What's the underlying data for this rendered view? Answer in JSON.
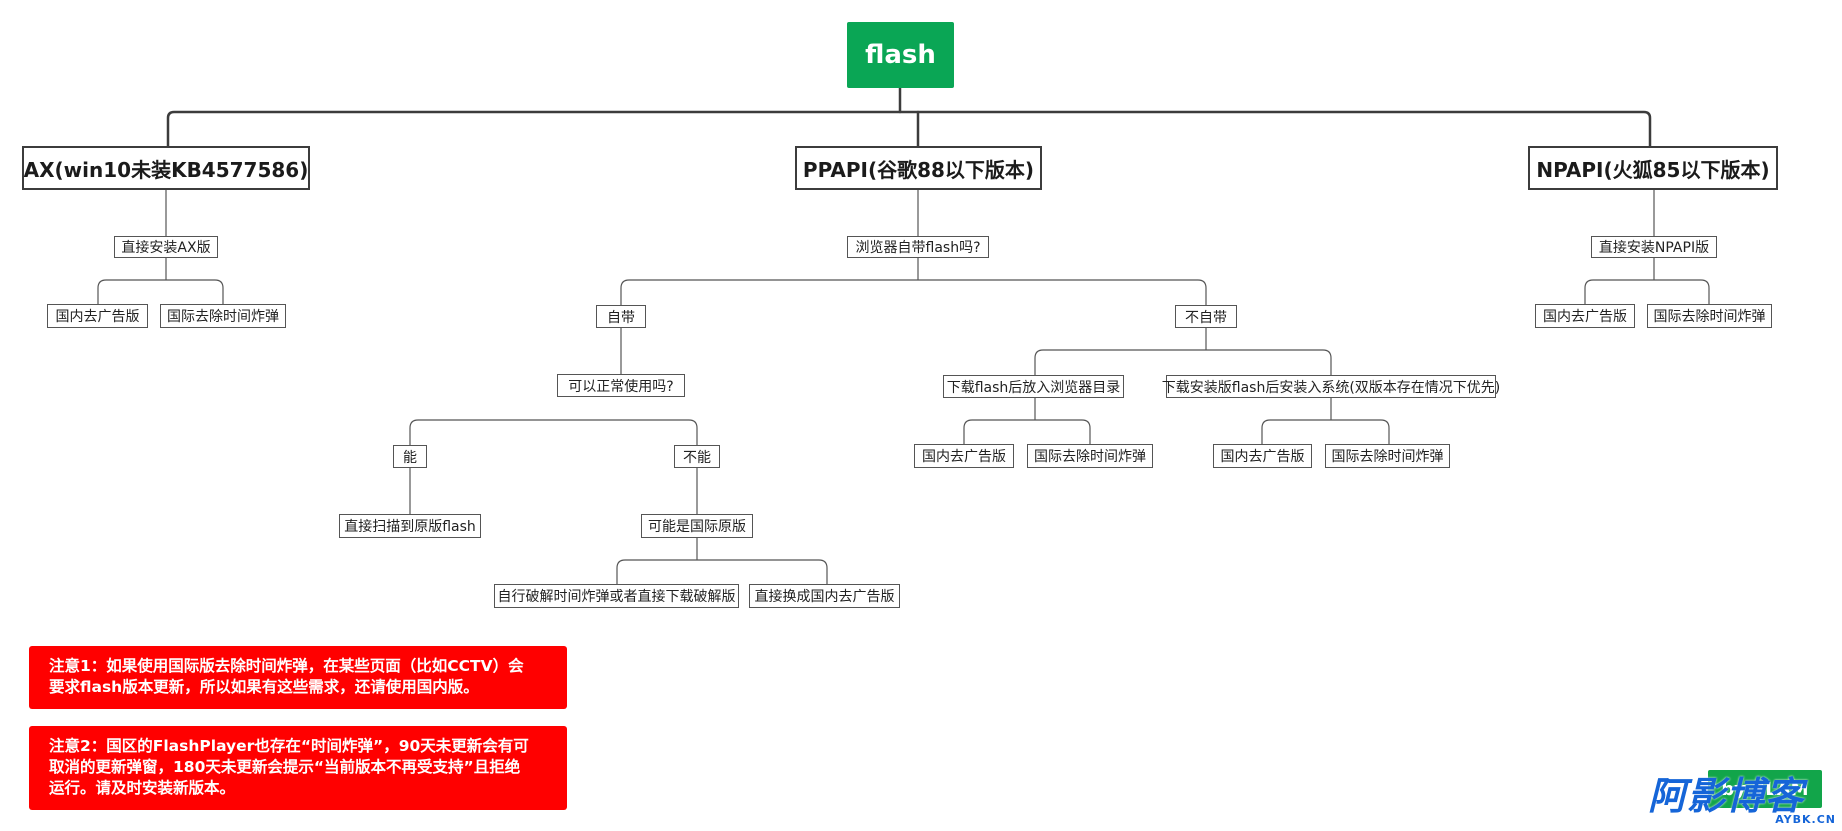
{
  "diagram": {
    "root": "flash",
    "branches": [
      {
        "label": "AX(win10未装KB4577586)",
        "child": "直接安装AX版",
        "leaves": [
          "国内去广告版",
          "国际去除时间炸弹"
        ]
      },
      {
        "label": "PPAPI(谷歌88以下版本)",
        "question": "浏览器自带flash吗?",
        "yes": {
          "label": "自带",
          "question": "可以正常使用吗?",
          "can": {
            "label": "能",
            "result": "直接扫描到原版flash"
          },
          "cannot": {
            "label": "不能",
            "result": "可能是国际原版",
            "leaves": [
              "自行破解时间炸弹或者直接下载破解版",
              "直接换成国内去广告版"
            ]
          }
        },
        "no": {
          "label": "不自带",
          "options": [
            {
              "label": "下载flash后放入浏览器目录",
              "leaves": [
                "国内去广告版",
                "国际去除时间炸弹"
              ]
            },
            {
              "label": "下载安装版flash后安装入系统(双版本存在情况下优先)",
              "leaves": [
                "国内去广告版",
                "国际去除时间炸弹"
              ]
            }
          ]
        }
      },
      {
        "label": "NPAPI(火狐85以下版本)",
        "child": "直接安装NPAPI版",
        "leaves": [
          "国内去广告版",
          "国际去除时间炸弹"
        ]
      }
    ]
  },
  "notes": [
    {
      "lines": [
        "注意1：如果使用国际版去除时间炸弹，在某些页面（比如CCTV）会",
        "要求flash版本更新，所以如果有这些需求，还请使用国内版。"
      ]
    },
    {
      "lines": [
        "注意2：国区的FlashPlayer也存在“时间炸弹”，90天未更新会有可",
        "取消的更新弹窗，180天未更新会提示“当前版本不再受支持”且拒绝",
        "运行。请及时安装新版本。"
      ]
    }
  ],
  "badge": "by SLAM",
  "watermark": {
    "main": "阿影博客",
    "sub": "AYBK.CN"
  },
  "colors": {
    "root": "#0aa655",
    "note": "#ff0000",
    "line": "#3c3c3c",
    "watermark": "#1565d8"
  }
}
